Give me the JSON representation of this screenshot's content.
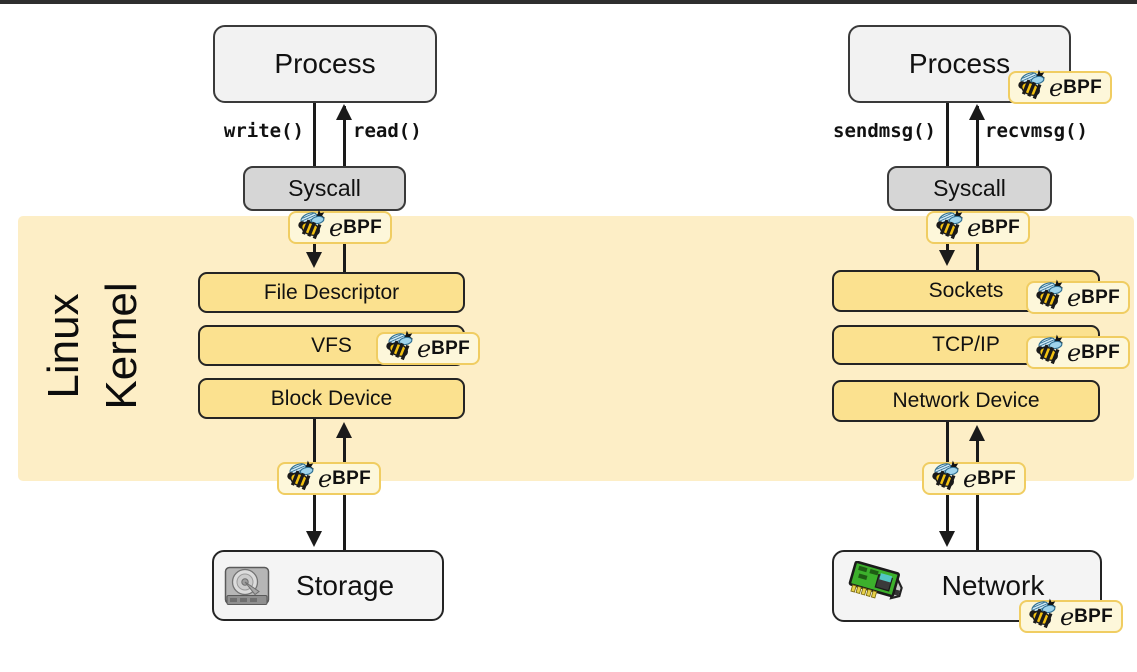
{
  "ebpf": {
    "e": "e",
    "bpf": "BPF"
  },
  "kernel_band": {
    "label_lines": [
      "Linux",
      "Kernel"
    ]
  },
  "left_stack": {
    "process_label": "Process",
    "syscall_label": "Syscall",
    "down_call_label": "write()",
    "up_call_label": "read()",
    "kernel_layers": [
      "File Descriptor",
      "VFS",
      "Block Device"
    ],
    "endpoint_label": "Storage"
  },
  "right_stack": {
    "process_label": "Process",
    "syscall_label": "Syscall",
    "down_call_label": "sendmsg()",
    "up_call_label": "recvmsg()",
    "kernel_layers": [
      "Sockets",
      "TCP/IP",
      "Network Device"
    ],
    "endpoint_label": "Network"
  },
  "colors": {
    "kernel_band_bg": "#fdeec6",
    "kernel_box_bg": "#fbe18f",
    "badge_bg": "#fdf7da",
    "badge_border": "#f0cd62",
    "process_box_bg": "#f2f2f2",
    "syscall_box_bg": "#d6d6d6",
    "outline_dark": "#2b2b2b"
  }
}
